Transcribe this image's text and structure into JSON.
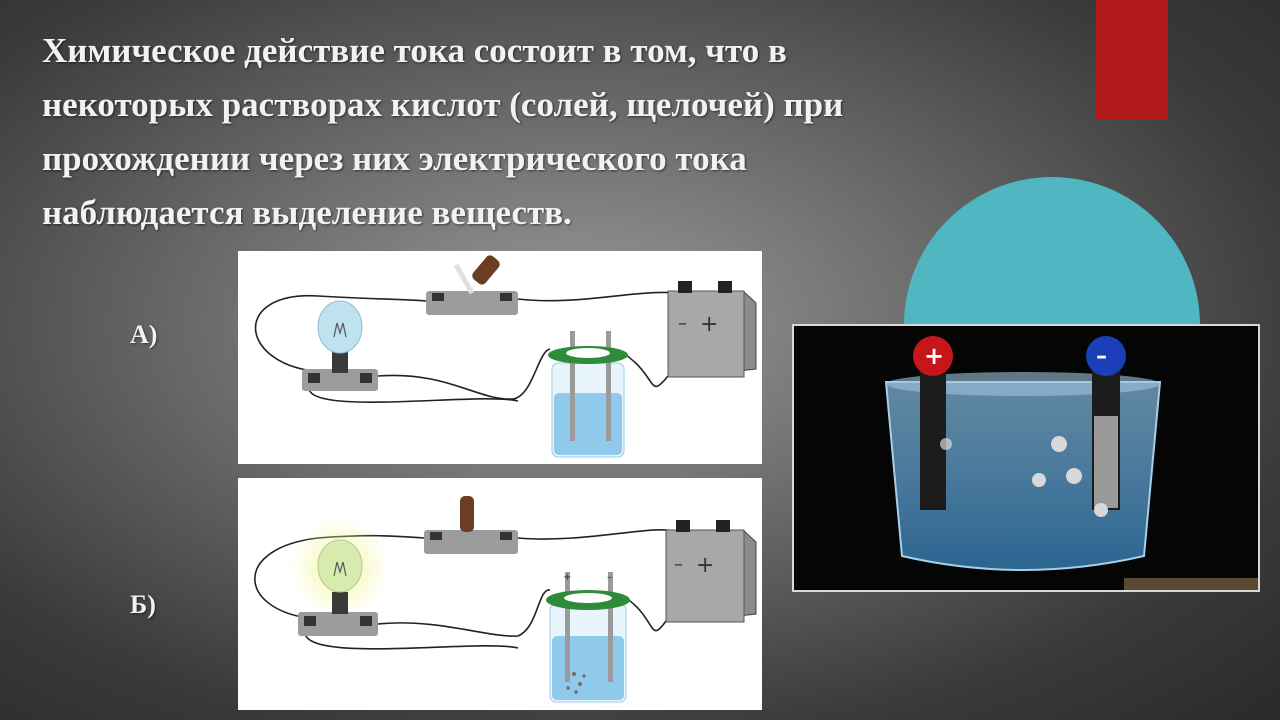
{
  "slide": {
    "title": "Химическое действие тока состоит в том, что в\nнекоторых растворах кислот (солей, щелочей) при\nпрохождении через них электрического тока\nнаблюдается выделение веществ.",
    "label_a": "А)",
    "label_b": "Б)"
  },
  "circuit": {
    "battery_minus": "–",
    "battery_plus": "+",
    "electrode_plus_mark": "+",
    "electrode_minus_mark": "–"
  },
  "photo": {
    "plus_sign": "+",
    "minus_sign": "–"
  },
  "colors": {
    "accent_red": "#b2191d",
    "accent_teal": "#4fb6c2",
    "lid_green": "#2e8b3a",
    "water_blue": "#8fc9ec"
  }
}
